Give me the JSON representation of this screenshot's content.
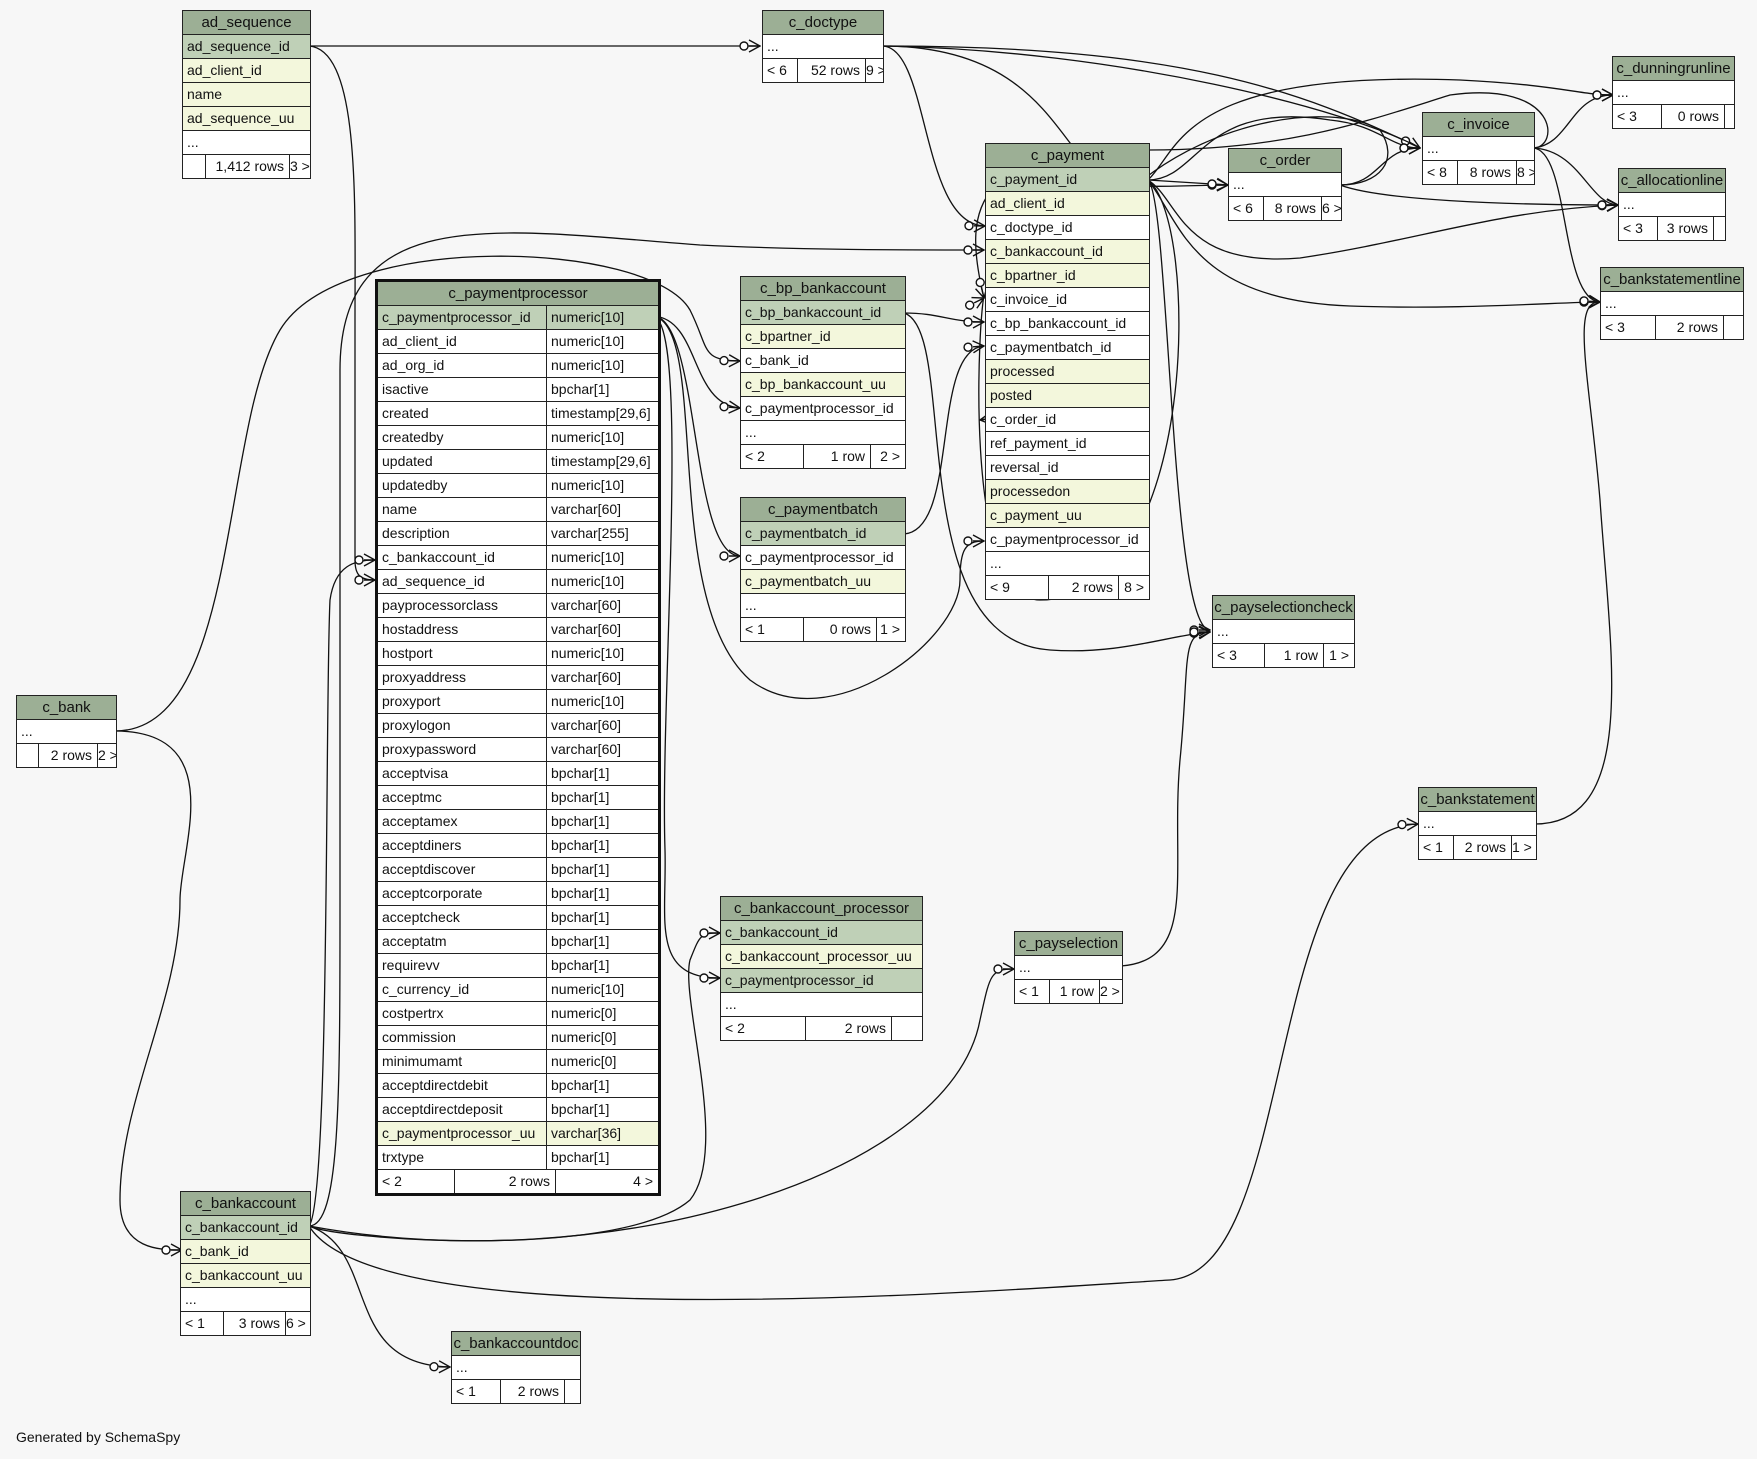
{
  "footer": "Generated by SchemaSpy",
  "tables": {
    "ad_sequence": {
      "name": "ad_sequence",
      "columns": [
        "ad_sequence_id",
        "ad_client_id",
        "name",
        "ad_sequence_uu",
        "..."
      ],
      "footer": [
        "",
        "1,412 rows",
        "3 >"
      ]
    },
    "c_doctype": {
      "name": "c_doctype",
      "columns": [
        "..."
      ],
      "footer": [
        "< 6",
        "52 rows",
        "9 >"
      ]
    },
    "c_dunningrunline": {
      "name": "c_dunningrunline",
      "columns": [
        "..."
      ],
      "footer": [
        "< 3",
        "0 rows",
        ""
      ]
    },
    "c_invoice": {
      "name": "c_invoice",
      "columns": [
        "..."
      ],
      "footer": [
        "< 8",
        "8 rows",
        "8 >"
      ]
    },
    "c_order": {
      "name": "c_order",
      "columns": [
        "..."
      ],
      "footer": [
        "< 6",
        "8 rows",
        "6 >"
      ]
    },
    "c_allocationline": {
      "name": "c_allocationline",
      "columns": [
        "..."
      ],
      "footer": [
        "< 3",
        "3 rows",
        ""
      ]
    },
    "c_bankstatementline": {
      "name": "c_bankstatementline",
      "columns": [
        "..."
      ],
      "footer": [
        "< 3",
        "2 rows",
        ""
      ]
    },
    "c_payment": {
      "name": "c_payment",
      "columns": [
        "c_payment_id",
        "ad_client_id",
        "c_doctype_id",
        "c_bankaccount_id",
        "c_bpartner_id",
        "c_invoice_id",
        "c_bp_bankaccount_id",
        "c_paymentbatch_id",
        "processed",
        "posted",
        "c_order_id",
        "ref_payment_id",
        "reversal_id",
        "processedon",
        "c_payment_uu",
        "c_paymentprocessor_id",
        "..."
      ],
      "footer": [
        "< 9",
        "2 rows",
        "8 >"
      ]
    },
    "c_paymentprocessor": {
      "name": "c_paymentprocessor",
      "columns": [
        [
          "c_paymentprocessor_id",
          "numeric[10]"
        ],
        [
          "ad_client_id",
          "numeric[10]"
        ],
        [
          "ad_org_id",
          "numeric[10]"
        ],
        [
          "isactive",
          "bpchar[1]"
        ],
        [
          "created",
          "timestamp[29,6]"
        ],
        [
          "createdby",
          "numeric[10]"
        ],
        [
          "updated",
          "timestamp[29,6]"
        ],
        [
          "updatedby",
          "numeric[10]"
        ],
        [
          "name",
          "varchar[60]"
        ],
        [
          "description",
          "varchar[255]"
        ],
        [
          "c_bankaccount_id",
          "numeric[10]"
        ],
        [
          "ad_sequence_id",
          "numeric[10]"
        ],
        [
          "payprocessorclass",
          "varchar[60]"
        ],
        [
          "hostaddress",
          "varchar[60]"
        ],
        [
          "hostport",
          "numeric[10]"
        ],
        [
          "proxyaddress",
          "varchar[60]"
        ],
        [
          "proxyport",
          "numeric[10]"
        ],
        [
          "proxylogon",
          "varchar[60]"
        ],
        [
          "proxypassword",
          "varchar[60]"
        ],
        [
          "acceptvisa",
          "bpchar[1]"
        ],
        [
          "acceptmc",
          "bpchar[1]"
        ],
        [
          "acceptamex",
          "bpchar[1]"
        ],
        [
          "acceptdiners",
          "bpchar[1]"
        ],
        [
          "acceptdiscover",
          "bpchar[1]"
        ],
        [
          "acceptcorporate",
          "bpchar[1]"
        ],
        [
          "acceptcheck",
          "bpchar[1]"
        ],
        [
          "acceptatm",
          "bpchar[1]"
        ],
        [
          "requirevv",
          "bpchar[1]"
        ],
        [
          "c_currency_id",
          "numeric[10]"
        ],
        [
          "costpertrx",
          "numeric[0]"
        ],
        [
          "commission",
          "numeric[0]"
        ],
        [
          "minimumamt",
          "numeric[0]"
        ],
        [
          "acceptdirectdebit",
          "bpchar[1]"
        ],
        [
          "acceptdirectdeposit",
          "bpchar[1]"
        ],
        [
          "c_paymentprocessor_uu",
          "varchar[36]"
        ],
        [
          "trxtype",
          "bpchar[1]"
        ]
      ],
      "footer": [
        "< 2",
        "2 rows",
        "4 >"
      ]
    },
    "c_bp_bankaccount": {
      "name": "c_bp_bankaccount",
      "columns": [
        "c_bp_bankaccount_id",
        "c_bpartner_id",
        "c_bank_id",
        "c_bp_bankaccount_uu",
        "c_paymentprocessor_id",
        "..."
      ],
      "footer": [
        "< 2",
        "1 row",
        "2 >"
      ]
    },
    "c_paymentbatch": {
      "name": "c_paymentbatch",
      "columns": [
        "c_paymentbatch_id",
        "c_paymentprocessor_id",
        "c_paymentbatch_uu",
        "..."
      ],
      "footer": [
        "< 1",
        "0 rows",
        "1 >"
      ]
    },
    "c_payselectioncheck": {
      "name": "c_payselectioncheck",
      "columns": [
        "..."
      ],
      "footer": [
        "< 3",
        "1 row",
        "1 >"
      ]
    },
    "c_bank": {
      "name": "c_bank",
      "columns": [
        "..."
      ],
      "footer": [
        "",
        "2 rows",
        "2 >"
      ]
    },
    "c_bankstatement": {
      "name": "c_bankstatement",
      "columns": [
        "..."
      ],
      "footer": [
        "< 1",
        "2 rows",
        "1 >"
      ]
    },
    "c_bankaccount_processor": {
      "name": "c_bankaccount_processor",
      "columns": [
        "c_bankaccount_id",
        "c_bankaccount_processor_uu",
        "c_paymentprocessor_id",
        "..."
      ],
      "footer": [
        "< 2",
        "2 rows",
        ""
      ]
    },
    "c_payselection": {
      "name": "c_payselection",
      "columns": [
        "..."
      ],
      "footer": [
        "< 1",
        "1 row",
        "2 >"
      ]
    },
    "c_bankaccount": {
      "name": "c_bankaccount",
      "columns": [
        "c_bankaccount_id",
        "c_bank_id",
        "c_bankaccount_uu",
        "..."
      ],
      "footer": [
        "< 1",
        "3 rows",
        "6 >"
      ]
    },
    "c_bankaccountdoc": {
      "name": "c_bankaccountdoc",
      "columns": [
        "..."
      ],
      "footer": [
        "< 1",
        "2 rows",
        ""
      ]
    }
  }
}
